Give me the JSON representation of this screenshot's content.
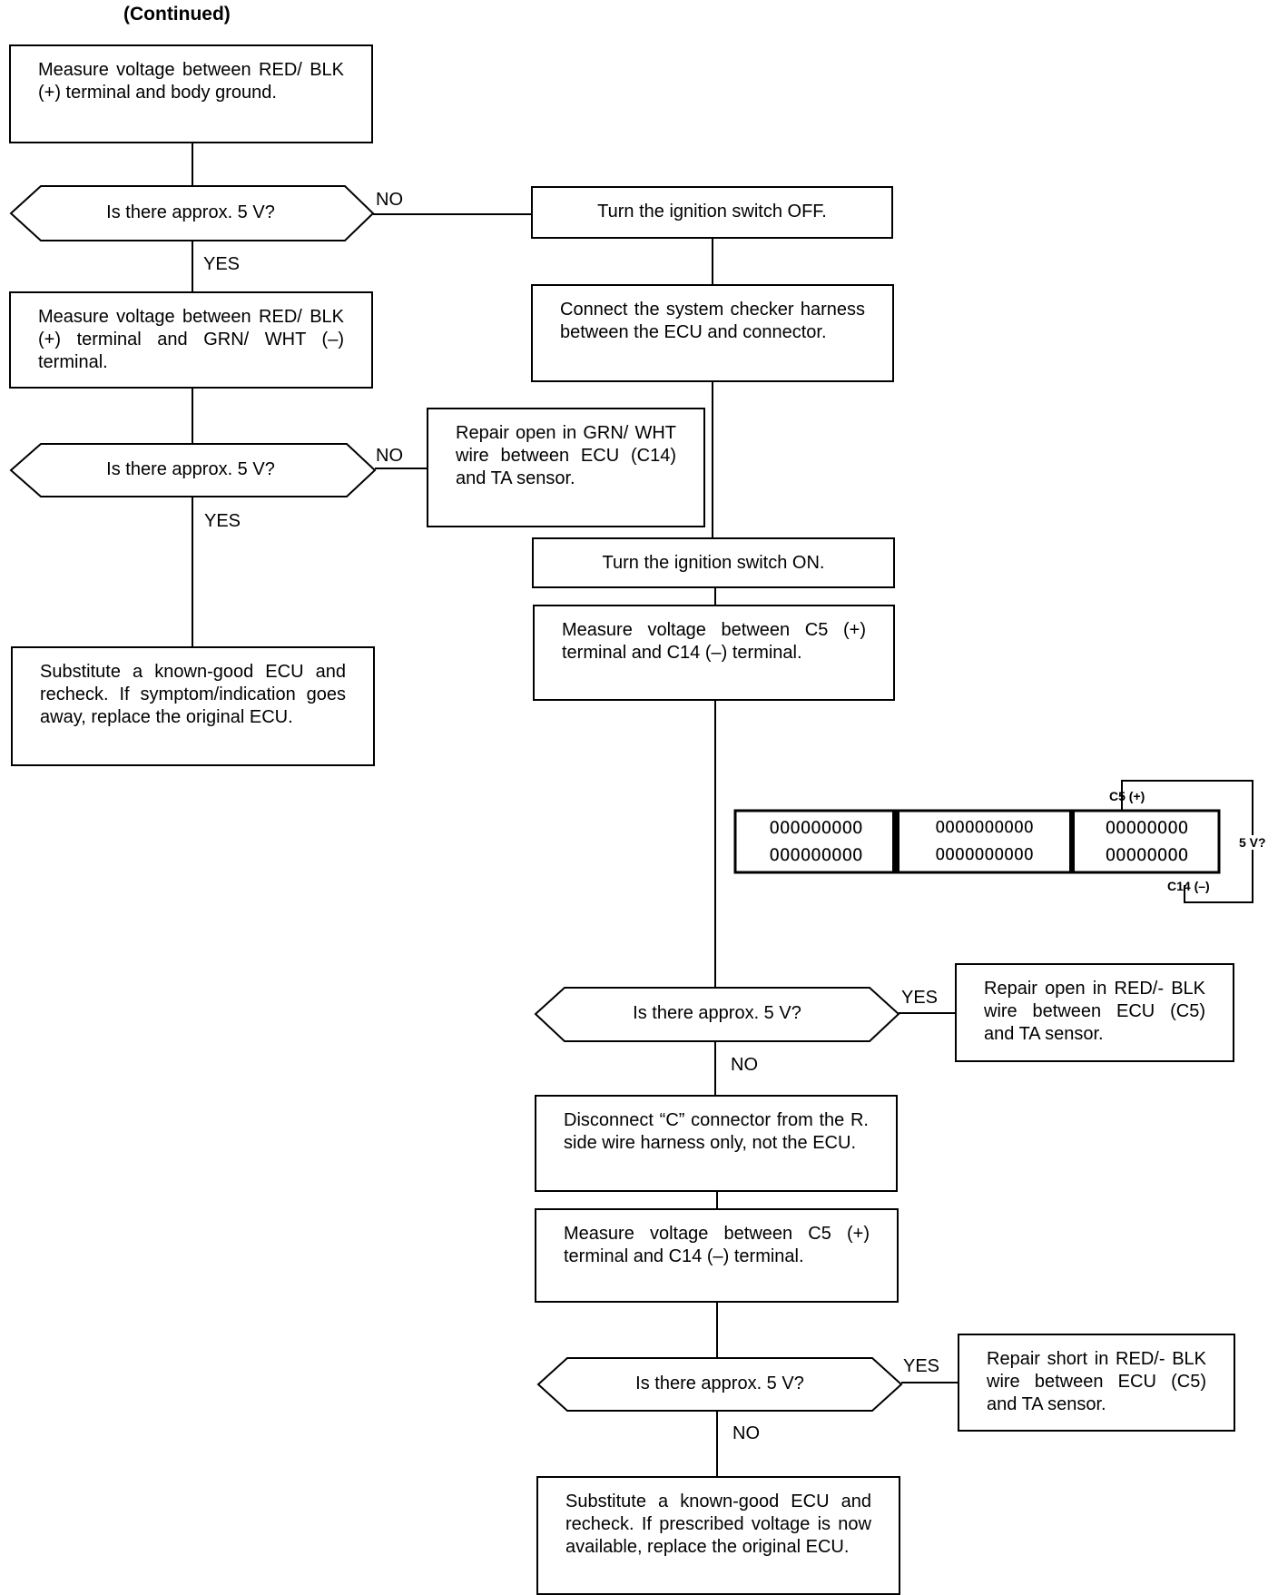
{
  "header": {
    "continued": "(Continued)"
  },
  "left": {
    "step1": "Measure voltage between RED/ BLK (+) terminal and body ground.",
    "decision1": "Is there approx. 5 V?",
    "step2": "Measure voltage between RED/ BLK (+) terminal and GRN/ WHT (–) terminal.",
    "decision2": "Is there approx. 5 V?",
    "final": "Substitute a known-good ECU and recheck. If symptom/indication goes away, replace the original ECU."
  },
  "right": {
    "ign_off": "Turn the ignition switch OFF.",
    "connect_checker": "Connect the system checker harness between the ECU and connector.",
    "repair_grn": "Repair open in GRN/ WHT wire between ECU (C14) and TA sensor.",
    "ign_on": "Turn the ignition switch ON.",
    "measure_c5": "Measure voltage between C5 (+) terminal and C14 (–) terminal.",
    "decision3": "Is there approx. 5 V?",
    "repair_open": "Repair open in RED/- BLK wire between ECU (C5) and TA sensor.",
    "disconnect": "Disconnect “C” connector from the R. side wire harness only, not the ECU.",
    "measure_c5_2": "Measure voltage between C5 (+) terminal and C14 (–) terminal.",
    "decision4": "Is there approx. 5 V?",
    "repair_short": "Repair short in RED/- BLK wire between ECU (C5) and TA sensor.",
    "final": "Substitute a known-good ECU and recheck. If prescribed voltage is now available, replace the original ECU."
  },
  "labels": {
    "yes": "YES",
    "no": "NO"
  },
  "connector": {
    "c5_label": "C5 (+)",
    "c14_label": "C14 (–)",
    "volt_label": "5 V?",
    "rows": [
      [
        "OOOOOOOOO",
        "OOOOOOOOOO",
        "OOOOOOOO"
      ],
      [
        "OOOOOOOOO",
        "OOOOOOOOOO",
        "OOOOOOOO"
      ]
    ]
  }
}
